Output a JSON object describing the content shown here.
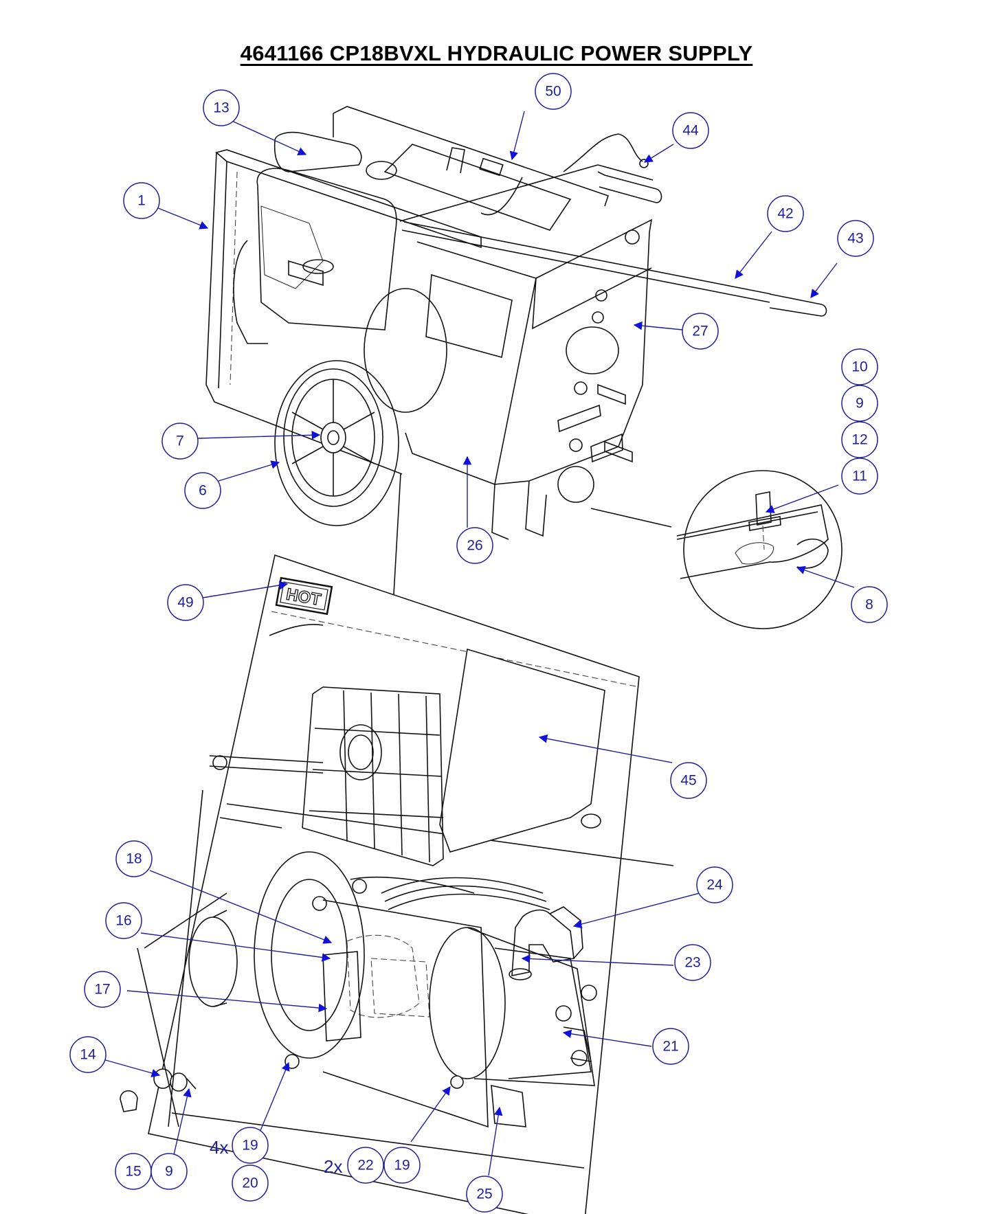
{
  "title": "4641166  CP18BVXL HYDRAULIC POWER SUPPLY",
  "colors": {
    "callout": "#1f1f9a",
    "arrow": "#1010d8",
    "line_art": "#111111"
  },
  "hot_label": "HOT",
  "quantities": {
    "q4x": "4x",
    "q2x": "2x"
  },
  "callouts": {
    "c1": "1",
    "c6": "6",
    "c7": "7",
    "c8": "8",
    "c9a": "9",
    "c9b": "9",
    "c10": "10",
    "c11": "11",
    "c12": "12",
    "c13": "13",
    "c14": "14",
    "c15": "15",
    "c16": "16",
    "c17": "17",
    "c18": "18",
    "c19a": "19",
    "c19b": "19",
    "c20": "20",
    "c21": "21",
    "c22": "22",
    "c23": "23",
    "c24": "24",
    "c25": "25",
    "c26": "26",
    "c27": "27",
    "c42": "42",
    "c43": "43",
    "c44": "44",
    "c45": "45",
    "c49": "49",
    "c50": "50"
  }
}
